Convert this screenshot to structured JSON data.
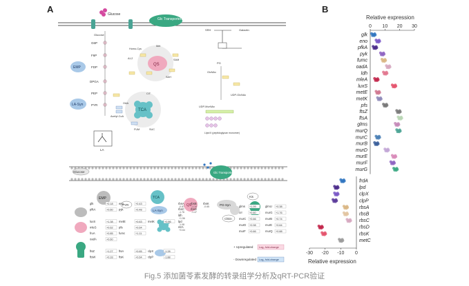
{
  "caption": "Fig.5 添加菌苓素发酵的转录组学分析及qRT-PCR验证",
  "panels": {
    "a": "A",
    "b": "B"
  },
  "diagram": {
    "glucose_top": "Glucose",
    "pts_top": "Glc Transporters",
    "glucose_inner": "Glucose",
    "g6p": "G6P",
    "f6p": "F6P",
    "fdp": "FDP",
    "dpga": "DPGA",
    "pep": "PEP",
    "pyr": "PYR",
    "emp": "EMP",
    "la_syn": "LA-Syn",
    "qs": "QS",
    "tca": "TCA",
    "la": "LA",
    "acetyl_coa": "Acetyl-CoA",
    "oaa": "OAA",
    "cit": "CIT",
    "fum": "FUM",
    "suc": "SUC",
    "ai2": "AI-2",
    "homocys": "Homo-Cys",
    "sam": "SAM",
    "sah": "SAH",
    "met": "Met",
    "pg_top": "PG",
    "glcnac": "GlcNAc",
    "udp_glcnac": "UDP-GlcNAc",
    "udp_murnac": "UDP-MurNAc",
    "lipid_ii": "Lipid II (peptidoglycan monomer)",
    "srh": "SRH",
    "galac": "Galactin",
    "glucose_bottom": "Glucose",
    "pts_bottom": "Glc Transporters",
    "emp_b": "EMP",
    "pyr_b": "PYR",
    "tca_b": "TCA",
    "la_syn_b": "LA-Syn",
    "qs_b": "QS",
    "pg_syn_b": "PG-Syn",
    "chitin_b": "Chitin",
    "kis_b": "Kis",
    "efflux_b": "Efflux",
    "legend_up": "+ Upregulated",
    "legend_down": "- Downregulated",
    "legend_box": "Log₂ fold-change"
  },
  "gene_table": [
    {
      "gene": "glk",
      "val": "+0.18"
    },
    {
      "gene": "eno",
      "val": "+0.43"
    },
    {
      "gene": "pfkA",
      "val": "+0.60"
    },
    {
      "gene": "pyk",
      "val": "+0.48"
    },
    {
      "gene": "luxS",
      "val": "+1.38"
    },
    {
      "gene": "metE",
      "val": "+0.63"
    },
    {
      "gene": "metK",
      "val": "+0.86"
    },
    {
      "gene": "mleS",
      "val": "+0.62"
    },
    {
      "gene": "pfs",
      "val": "+0.64"
    },
    {
      "gene": "fruA",
      "val": "+0.85"
    },
    {
      "gene": "fumc",
      "val": "+1.11"
    },
    {
      "gene": "oadA",
      "val": "+0.60"
    },
    {
      "gene": "ftsZ",
      "val": "+1.27"
    },
    {
      "gene": "ftsA",
      "val": "+0.65"
    },
    {
      "gene": "clpX",
      "val": "-1.28"
    },
    {
      "gene": "ftsW",
      "val": "+0.33"
    },
    {
      "gene": "ftsK",
      "val": "+0.64"
    },
    {
      "gene": "clpP",
      "val": "-1.88"
    },
    {
      "gene": "rbsA",
      "val": "-0.87"
    },
    {
      "gene": "rbsB",
      "val": "-1.14"
    },
    {
      "gene": "rbsK",
      "val": "-0.65"
    },
    {
      "gene": "rbsC",
      "val": "-1.76"
    },
    {
      "gene": "rbsD",
      "val": "-1.47"
    },
    {
      "gene": "ldh",
      "val": "+1.56"
    },
    {
      "gene": "lpd",
      "val": "-1.08"
    },
    {
      "gene": "ntrA",
      "val": "+0.64"
    },
    {
      "gene": "glms",
      "val": "+1.99"
    },
    {
      "gene": "glmU",
      "val": "+0.38"
    },
    {
      "gene": "crr",
      "val": "+0.60"
    },
    {
      "gene": "murG",
      "val": "+1.76"
    },
    {
      "gene": "murC",
      "val": "+0.66"
    },
    {
      "gene": "murB",
      "val": "+0.74"
    },
    {
      "gene": "murD",
      "val": "+0.98"
    },
    {
      "gene": "murE",
      "val": "+0.64"
    },
    {
      "gene": "murF",
      "val": "+0.66"
    },
    {
      "gene": "murQ",
      "val": "+0.88"
    }
  ],
  "chart_data": {
    "type": "scatter",
    "title": "Relative expression",
    "xlabel": "Relative expression",
    "upper": {
      "xlim": [
        0,
        30
      ],
      "ticks": [
        0,
        10,
        20,
        30
      ],
      "genes": [
        "glk",
        "eno",
        "pfkA",
        "pyk",
        "fumc",
        "oadA",
        "ldh",
        "mleA",
        "luxS",
        "metE",
        "metK",
        "pfs",
        "ftsZ",
        "ftsA",
        "glms",
        "murQ",
        "murC",
        "murB",
        "murD",
        "murE",
        "murF",
        "murG"
      ],
      "values": [
        2,
        5,
        3,
        8,
        9,
        12,
        10,
        4,
        16,
        5,
        6,
        10,
        19,
        20,
        18,
        19,
        5,
        4,
        11,
        16,
        15,
        17
      ],
      "colors": [
        "#2f74c0",
        "#7a58c7",
        "#4a2a8a",
        "#8e64c2",
        "#d9b684",
        "#d6a8c0",
        "#e2758e",
        "#c2244a",
        "#e4526c",
        "#d07890",
        "#8e8ab8",
        "#777777",
        "#7a7a7a",
        "#b8d6b4",
        "#c68ab8",
        "#4aa394",
        "#4a7fb5",
        "#3a5e9a",
        "#c2a6d6",
        "#d88ab8",
        "#8e64c2",
        "#3aa882"
      ]
    },
    "lower": {
      "xlim": [
        -30,
        0
      ],
      "ticks": [
        -30,
        -20,
        -10,
        0
      ],
      "genes": [
        "frdA",
        "lpd",
        "clpX",
        "clpP",
        "rbsA",
        "rbsB",
        "rbsC",
        "rbsD",
        "rbsK",
        "metC"
      ],
      "values": [
        -9,
        -13,
        -13,
        -14,
        -7,
        -7,
        -5,
        -23,
        -21,
        -10
      ],
      "colors": [
        "#2f74c0",
        "#4a2a8a",
        "#7a58c7",
        "#5a3a9a",
        "#d9b684",
        "#e2c4a0",
        "#d6a8c0",
        "#c2244a",
        "#e4526c",
        "#9a9a9a"
      ]
    }
  }
}
